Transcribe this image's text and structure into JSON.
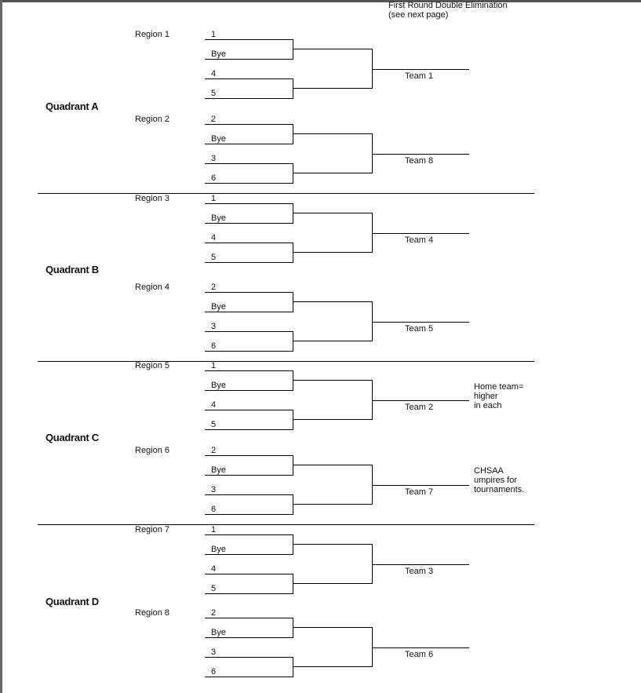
{
  "header": {
    "line1": "First Round Double Elimination",
    "line2": "(see next page)"
  },
  "quadrants": [
    {
      "label": "Quadrant A",
      "regions": [
        {
          "label": "Region 1",
          "seeds": [
            "1",
            "Bye",
            "4",
            "5"
          ],
          "winner": "Team 1"
        },
        {
          "label": "Region 2",
          "seeds": [
            "2",
            "Bye",
            "3",
            "6"
          ],
          "winner": "Team 8"
        }
      ]
    },
    {
      "label": "Quadrant B",
      "regions": [
        {
          "label": "Region 3",
          "seeds": [
            "1",
            "Bye",
            "4",
            "5"
          ],
          "winner": "Team 4"
        },
        {
          "label": "Region 4",
          "seeds": [
            "2",
            "Bye",
            "3",
            "6"
          ],
          "winner": "Team 5"
        }
      ]
    },
    {
      "label": "Quadrant C",
      "regions": [
        {
          "label": "Region 5",
          "seeds": [
            "1",
            "Bye",
            "4",
            "5"
          ],
          "winner": "Team 2"
        },
        {
          "label": "Region 6",
          "seeds": [
            "2",
            "Bye",
            "3",
            "6"
          ],
          "winner": "Team 7"
        }
      ]
    },
    {
      "label": "Quadrant D",
      "regions": [
        {
          "label": "Region 7",
          "seeds": [
            "1",
            "Bye",
            "4",
            "5"
          ],
          "winner": "Team 3"
        },
        {
          "label": "Region 8",
          "seeds": [
            "2",
            "Bye",
            "3",
            "6"
          ],
          "winner": "Team 6"
        }
      ]
    }
  ],
  "notes": {
    "home": [
      "Home team=",
      "higher",
      "in each"
    ],
    "umpires": [
      "CHSAA",
      "umpires for",
      "tournaments."
    ]
  }
}
